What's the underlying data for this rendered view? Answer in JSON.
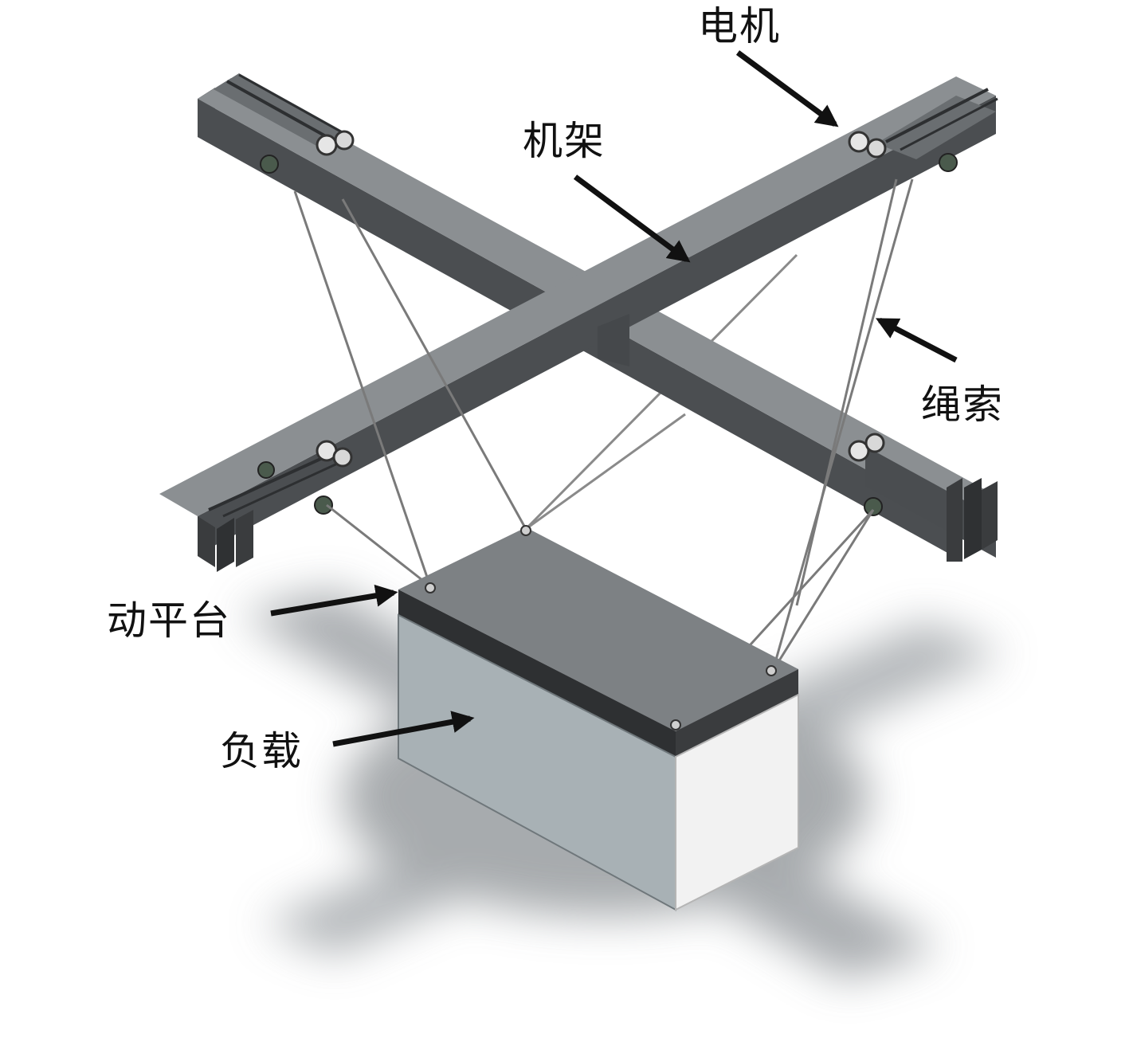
{
  "labels": {
    "motor": "电机",
    "frame": "机架",
    "cable": "绳索",
    "platform": "动平台",
    "load": "负载"
  },
  "colors": {
    "beam_top": "#8b8f92",
    "beam_side": "#4b4e51",
    "beam_end": "#3a3c3e",
    "platform_top": "#7d8184",
    "platform_edge": "#2e3032",
    "box_front": "#a8b1b5",
    "box_side": "#f2f2f2",
    "cable": "#7a7a7a",
    "arrow": "#111111"
  },
  "icons": [
    "motor-pulley-icon",
    "bolt-icon",
    "arrow-icon"
  ]
}
